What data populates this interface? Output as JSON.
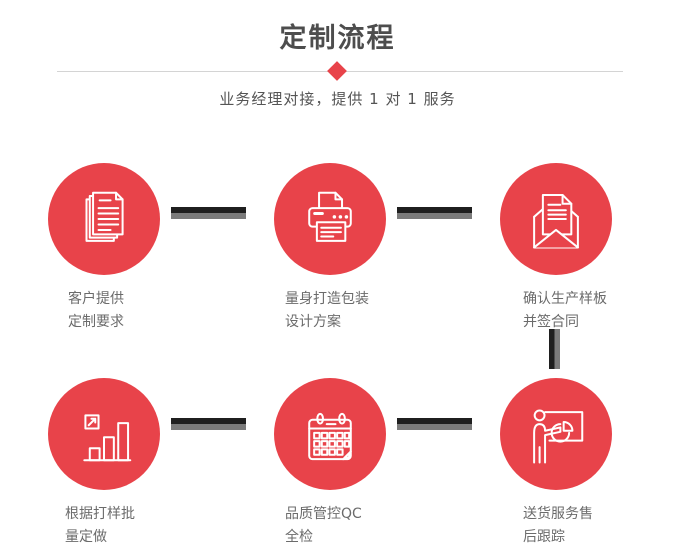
{
  "page": {
    "title": "定制流程",
    "subtitle": "业务经理对接，提供 1 对 1 服务"
  },
  "colors": {
    "accent_red": "#e8434a",
    "connector_black": "#1f1f1f",
    "connector_gray": "#7b7b7b",
    "title_gray": "#4d4d4d",
    "caption_gray": "#6b6b6b",
    "divider_gray": "#d4d4d4",
    "icon_stroke": "#ffffff"
  },
  "steps": [
    {
      "icon": "documents-icon",
      "line1": "客户提供",
      "line2": "定制要求"
    },
    {
      "icon": "printer-icon",
      "line1": "量身打造包装",
      "line2": "设计方案"
    },
    {
      "icon": "envelope-icon",
      "line1": "确认生产样板",
      "line2": "并签合同"
    },
    {
      "icon": "bar-chart-icon",
      "line1": "根据打样批",
      "line2": "量定做"
    },
    {
      "icon": "calendar-icon",
      "line1": "品质管控QC",
      "line2": "全检"
    },
    {
      "icon": "presentation-icon",
      "line1": "送货服务售",
      "line2": "后跟踪"
    }
  ]
}
